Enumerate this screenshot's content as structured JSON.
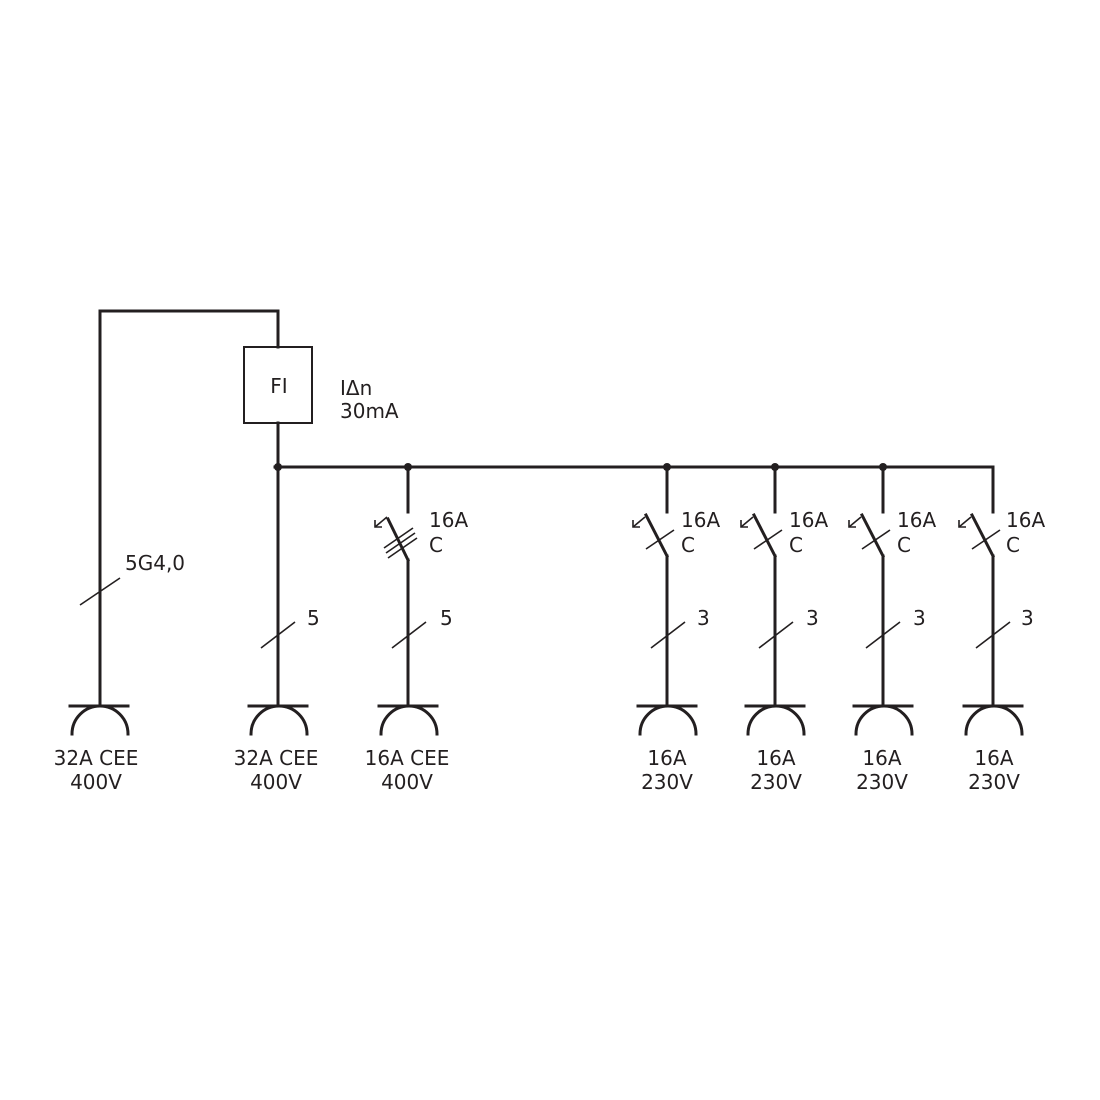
{
  "rcd": {
    "label": "FI",
    "rating_line1": "IΔn",
    "rating_line2": "30mA"
  },
  "supply_cable": {
    "label": "5G4,0"
  },
  "outlets": [
    {
      "id": "cee32-feed",
      "conductors": "",
      "rating": "32A CEE",
      "voltage": "400V",
      "breaker": null
    },
    {
      "id": "cee32-rcd",
      "conductors": "5",
      "rating": "32A CEE",
      "voltage": "400V",
      "breaker": null
    },
    {
      "id": "cee16",
      "conductors": "5",
      "rating": "16A CEE",
      "voltage": "400V",
      "breaker": {
        "current": "16A",
        "curve": "C",
        "poles": 3
      }
    },
    {
      "id": "schuko-1",
      "conductors": "3",
      "rating": "16A",
      "voltage": "230V",
      "breaker": {
        "current": "16A",
        "curve": "C",
        "poles": 1
      }
    },
    {
      "id": "schuko-2",
      "conductors": "3",
      "rating": "16A",
      "voltage": "230V",
      "breaker": {
        "current": "16A",
        "curve": "C",
        "poles": 1
      }
    },
    {
      "id": "schuko-3",
      "conductors": "3",
      "rating": "16A",
      "voltage": "230V",
      "breaker": {
        "current": "16A",
        "curve": "C",
        "poles": 1
      }
    },
    {
      "id": "schuko-4",
      "conductors": "3",
      "rating": "16A",
      "voltage": "230V",
      "breaker": {
        "current": "16A",
        "curve": "C",
        "poles": 1
      }
    }
  ]
}
